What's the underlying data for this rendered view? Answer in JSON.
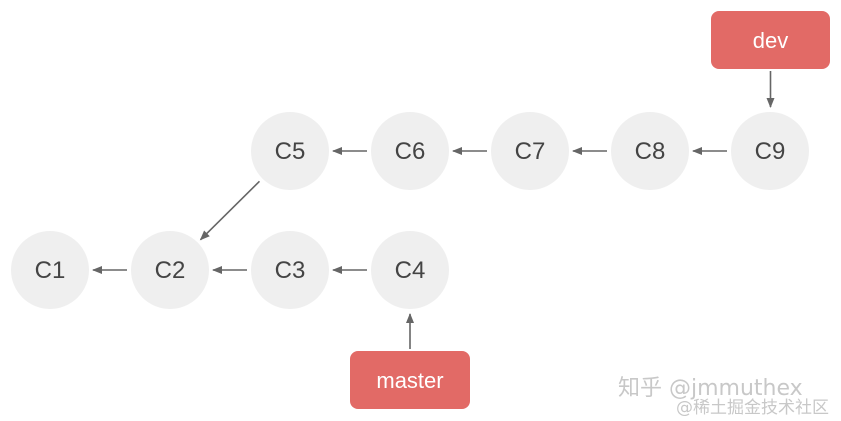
{
  "commits": [
    {
      "id": "C1",
      "label": "C1"
    },
    {
      "id": "C2",
      "label": "C2"
    },
    {
      "id": "C3",
      "label": "C3"
    },
    {
      "id": "C4",
      "label": "C4"
    },
    {
      "id": "C5",
      "label": "C5"
    },
    {
      "id": "C6",
      "label": "C6"
    },
    {
      "id": "C7",
      "label": "C7"
    },
    {
      "id": "C8",
      "label": "C8"
    },
    {
      "id": "C9",
      "label": "C9"
    }
  ],
  "edges": [
    {
      "from": "C2",
      "to": "C1"
    },
    {
      "from": "C3",
      "to": "C2"
    },
    {
      "from": "C4",
      "to": "C3"
    },
    {
      "from": "C5",
      "to": "C2"
    },
    {
      "from": "C6",
      "to": "C5"
    },
    {
      "from": "C7",
      "to": "C6"
    },
    {
      "from": "C8",
      "to": "C7"
    },
    {
      "from": "C9",
      "to": "C8"
    }
  ],
  "branches": [
    {
      "id": "dev",
      "label": "dev",
      "points_to": "C9"
    },
    {
      "id": "master",
      "label": "master",
      "points_to": "C4"
    }
  ],
  "colors": {
    "commit_fill": "#efefef",
    "commit_text": "#444444",
    "branch_fill": "#e26a66",
    "branch_text": "#ffffff",
    "arrow": "#666666"
  },
  "watermark": {
    "line1": "知乎 @jmmuthex",
    "line2": "@稀土掘金技术社区"
  }
}
